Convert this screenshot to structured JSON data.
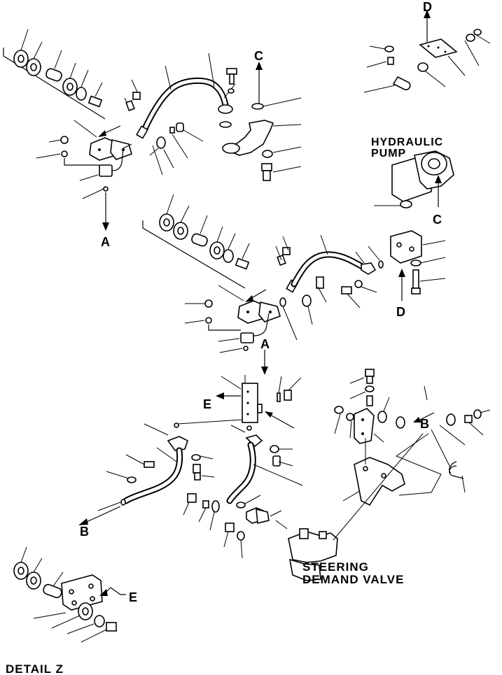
{
  "labels": {
    "hydraulic": "HYDRAULIC",
    "pump": "PUMP",
    "steering": "STEERING",
    "demand_valve": "DEMAND VALVE",
    "detail": "DETAIL Z"
  },
  "refs": {
    "a": "A",
    "b": "B",
    "c": "C",
    "d": "D",
    "e": "E"
  }
}
